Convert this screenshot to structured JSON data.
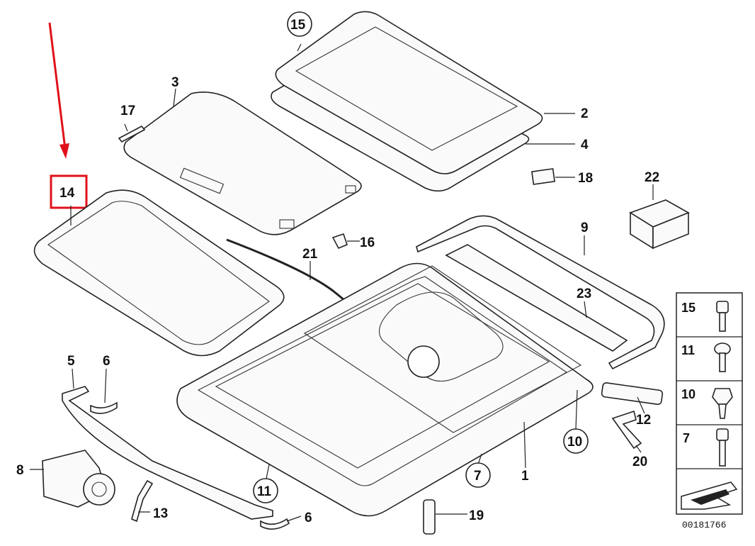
{
  "labels": {
    "p1": "1",
    "p2": "2",
    "p3": "3",
    "p4": "4",
    "p5": "5",
    "p6a": "6",
    "p6b": "6",
    "p7": "7",
    "p8": "8",
    "p9": "9",
    "p10": "10",
    "p11": "11",
    "p12": "12",
    "p13": "13",
    "p14": "14",
    "p15": "15",
    "p16": "16",
    "p17": "17",
    "p18": "18",
    "p19": "19",
    "p20": "20",
    "p21": "21",
    "p22": "22",
    "p23": "23"
  },
  "fastener_table": {
    "rows": [
      {
        "label": "15"
      },
      {
        "label": "11"
      },
      {
        "label": "10"
      },
      {
        "label": "7"
      }
    ]
  },
  "reference_number": "00181766",
  "colors": {
    "highlight": "#e0101a",
    "line": "#222222"
  }
}
